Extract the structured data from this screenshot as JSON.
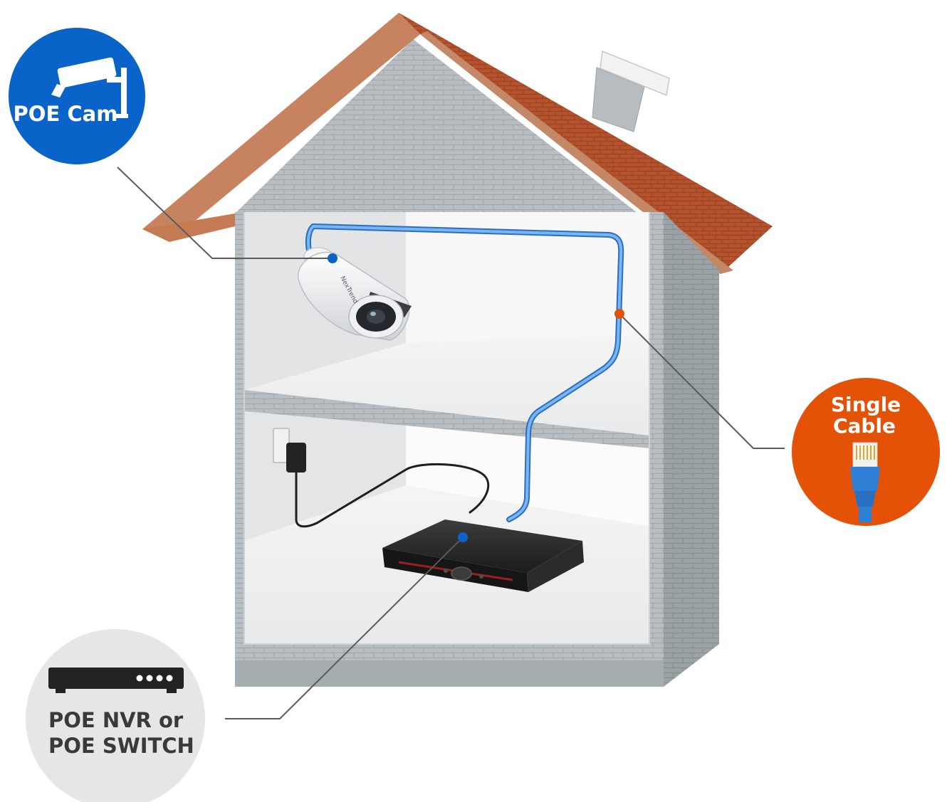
{
  "badges": {
    "poe_cam": {
      "label": "POE Cam",
      "color": "#0a63c8",
      "icon": "cctv-camera-icon"
    },
    "single_cable": {
      "line1": "Single",
      "line2": "Cable",
      "color": "#e35206",
      "icon": "ethernet-connector-icon"
    },
    "poe_nvr": {
      "line1": "POE NVR or",
      "line2": "POE SWITCH",
      "color": "#e6e6e6",
      "icon": "nvr-recorder-icon"
    }
  },
  "camera": {
    "brand": "NexTrend"
  },
  "colors": {
    "roof": "#b5542f",
    "wall": "#b9bfc2",
    "cable": "#4c97e8",
    "marker_blue": "#0a63c8",
    "marker_orange": "#e35206"
  }
}
